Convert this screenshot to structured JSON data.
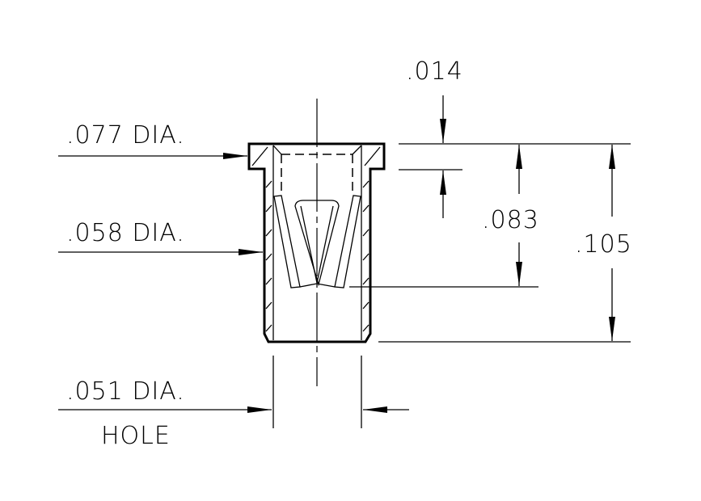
{
  "labels": {
    "flange_thickness": ".014",
    "flange_dia": ".077 DIA.",
    "body_dia": ".058 DIA.",
    "slot_depth": ".083",
    "overall_length": ".105",
    "hole_dia": ".051 DIA.",
    "hole_word": "HOLE"
  }
}
